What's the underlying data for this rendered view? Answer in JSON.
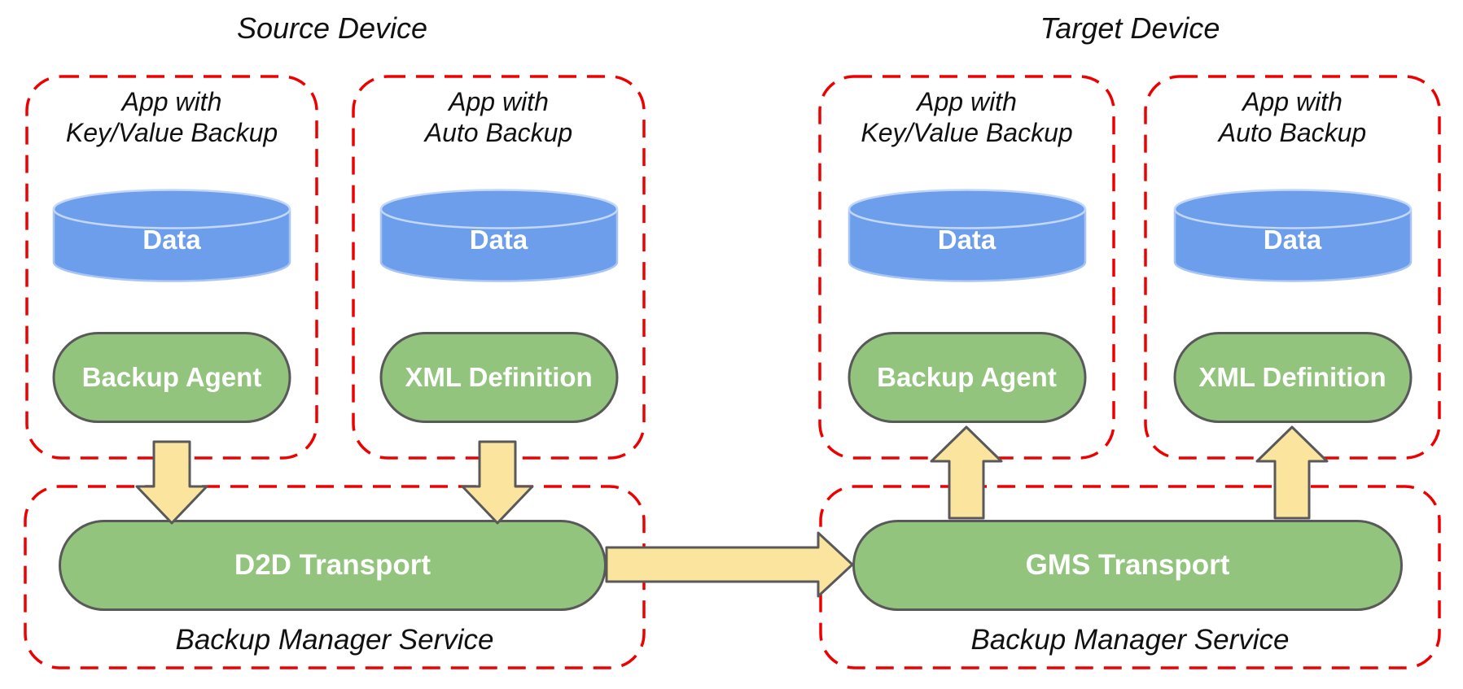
{
  "titles": {
    "source": "Source Device",
    "target": "Target Device"
  },
  "source": {
    "apps": [
      {
        "line1": "App with",
        "line2": "Key/Value Backup",
        "data": "Data",
        "component": "Backup Agent"
      },
      {
        "line1": "App with",
        "line2": "Auto Backup",
        "data": "Data",
        "component": "XML Definition"
      }
    ],
    "service": {
      "transport": "D2D Transport",
      "label": "Backup Manager Service"
    }
  },
  "target": {
    "apps": [
      {
        "line1": "App with",
        "line2": "Key/Value Backup",
        "data": "Data",
        "component": "Backup Agent"
      },
      {
        "line1": "App with",
        "line2": "Auto Backup",
        "data": "Data",
        "component": "XML Definition"
      }
    ],
    "service": {
      "transport": "GMS Transport",
      "label": "Backup Manager Service"
    }
  },
  "icons": {
    "down_arrow": "arrow-down",
    "up_arrow": "arrow-up",
    "right_arrow": "arrow-right"
  },
  "colors": {
    "cylinder_fill": "#6d9eeb",
    "cylinder_stroke": "#a7c4f3",
    "pill_fill": "#93c47d",
    "pill_stroke": "#595959",
    "arrow_fill": "#fbe49e",
    "arrow_stroke": "#595959",
    "outline_red": "#ee0000",
    "text_dark": "#111111",
    "text_light": "#ffffff"
  }
}
